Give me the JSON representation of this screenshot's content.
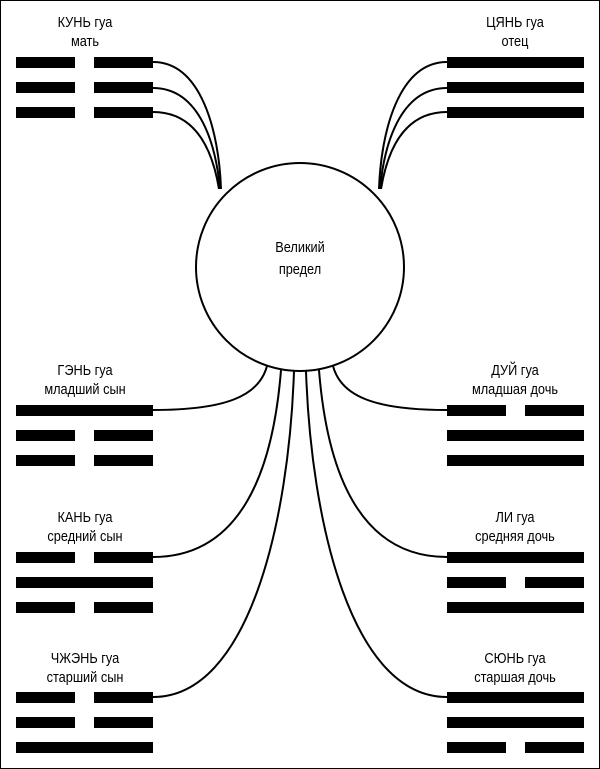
{
  "center": {
    "line1": "Великий",
    "line2": "предел"
  },
  "trigrams": [
    {
      "id": "kun",
      "name": "КУНЬ гуа",
      "role": "мать",
      "lines": [
        0,
        0,
        0
      ]
    },
    {
      "id": "qian",
      "name": "ЦЯНЬ гуа",
      "role": "отец",
      "lines": [
        1,
        1,
        1
      ]
    },
    {
      "id": "gen",
      "name": "ГЭНЬ гуа",
      "role": "младший сын",
      "lines": [
        1,
        0,
        0
      ]
    },
    {
      "id": "dui",
      "name": "ДУЙ гуа",
      "role": "младшая дочь",
      "lines": [
        0,
        1,
        1
      ]
    },
    {
      "id": "kan",
      "name": "КАНЬ гуа",
      "role": "средний сын",
      "lines": [
        0,
        1,
        0
      ]
    },
    {
      "id": "li",
      "name": "ЛИ гуа",
      "role": "средняя дочь",
      "lines": [
        1,
        0,
        1
      ]
    },
    {
      "id": "zhen",
      "name": "ЧЖЭНЬ гуа",
      "role": "старший сын",
      "lines": [
        0,
        0,
        1
      ]
    },
    {
      "id": "xun",
      "name": "СЮНЬ гуа",
      "role": "старшая дочь",
      "lines": [
        1,
        1,
        0
      ]
    }
  ]
}
